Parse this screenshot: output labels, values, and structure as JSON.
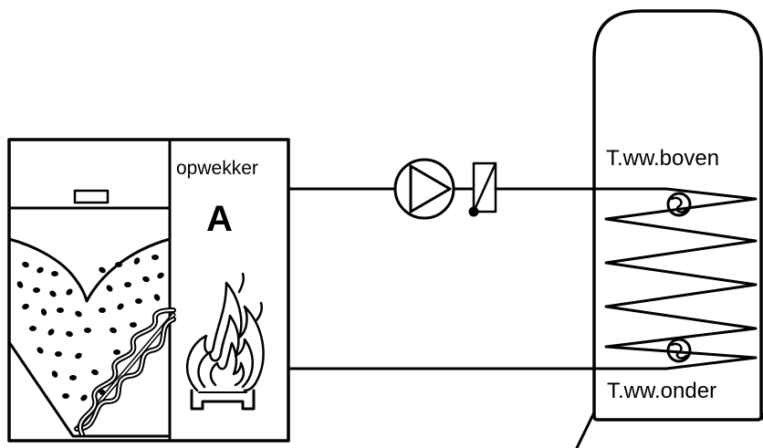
{
  "diagram": {
    "heater_label": "opwekker",
    "heater_id": "A",
    "sensor_top_label": "T.ww.boven",
    "sensor_bottom_label": "T.ww.onder"
  },
  "colors": {
    "stroke": "#000000",
    "background": "#ffffff"
  }
}
